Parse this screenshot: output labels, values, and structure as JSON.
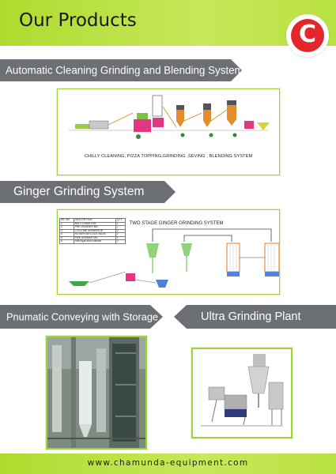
{
  "header": {
    "title": "Our Products"
  },
  "logo": {
    "letter": "C"
  },
  "sections": [
    {
      "title": "Automatic Cleaning Grinding and Blending System",
      "caption": "CHILLY CLEANING, PIZZA TOPPING,GRINDING ,SEVING , BLENDING SYSTEM"
    },
    {
      "title": "Ginger Grinding System",
      "caption": "TWO STAGE GINGER  GRINDING SYSTEM"
    },
    {
      "title": "Pnumatic Conveying with Storage"
    },
    {
      "title": "Ultra Grinding Plant"
    }
  ],
  "parts_table": {
    "headers": [
      "SR. NO",
      "DESCRIPTION",
      "QTY"
    ],
    "rows": [
      [
        "1",
        "BELT CONVEYOR",
        "1"
      ],
      [
        "2",
        "PRE CRUSHER M/C",
        "1"
      ],
      [
        "3",
        "CYCLONE SEPARATOR",
        "2"
      ],
      [
        "4",
        "ROTARY AIR LOCK VALVE",
        "2"
      ],
      [
        "5",
        "FINE GRINDER M/C",
        "1"
      ],
      [
        "6",
        "ARM type dust collector",
        "2"
      ]
    ]
  },
  "footer": {
    "url": "www.chamunda-equipment.com"
  },
  "colors": {
    "accent": "#aedb2f",
    "band": "#6c6f73",
    "logo_red": "#e3262b"
  }
}
